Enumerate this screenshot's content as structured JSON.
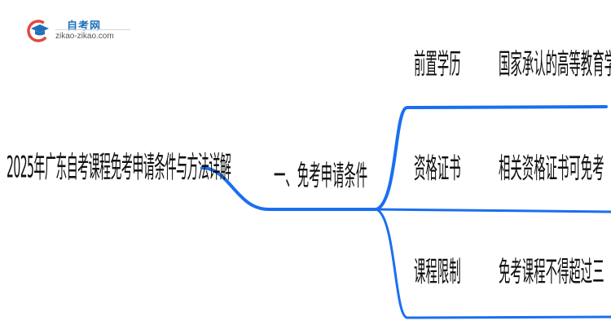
{
  "logo": {
    "title": "自考网",
    "subtitle": "zikao-zikao.com",
    "brand_color": "#1f6fb8",
    "accent_color": "#e04a3c"
  },
  "mindmap": {
    "root": "2025年广东自考课程免考申请条件与方法详解",
    "branch": "一、免考申请条件",
    "leaves": [
      {
        "label": "前置学历",
        "detail": "国家承认的高等教育学历"
      },
      {
        "label": "资格证书",
        "detail": "相关资格证书可免考"
      },
      {
        "label": "课程限制",
        "detail": "免考课程不得超过三"
      }
    ],
    "line_color": "#1a6ff0"
  }
}
